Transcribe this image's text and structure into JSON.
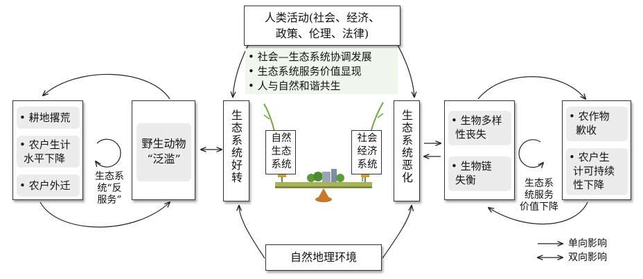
{
  "top_box": {
    "line1": "人类活动(社会、经济、",
    "line2": "政策、伦理、法律)"
  },
  "goals": {
    "items": [
      "• 社会—生态系统协调发展",
      "• 生态系统服务价值显现",
      "• 人与自然和谐共生"
    ]
  },
  "left_box": {
    "items": [
      [
        "• 耕地撂荒"
      ],
      [
        "• 农户生计",
        "水平下降"
      ],
      [
        "• 农户外迁"
      ]
    ]
  },
  "left_cycle": {
    "lines": [
      "生态系",
      "统“反",
      "服务”"
    ]
  },
  "wildlife_box": {
    "line1": "野生动物",
    "line2": "“泛滥”"
  },
  "improve_box": {
    "text": "生态系统好转"
  },
  "natural_system": {
    "text": "自然生态系统"
  },
  "socio_system": {
    "text": "社会经济系统"
  },
  "degrade_box": {
    "text": "生态系统恶化"
  },
  "mid_right_box": {
    "items": [
      [
        "• 生物多样",
        "性丧失"
      ],
      [
        "• 生物链",
        "失衡"
      ]
    ]
  },
  "right_box": {
    "items": [
      [
        "• 农作物",
        "歉收"
      ],
      [
        "• 农户生",
        "计可持续",
        "性下降"
      ]
    ]
  },
  "right_cycle": {
    "lines": [
      "生态系",
      "统服务",
      "价值下降"
    ]
  },
  "bottom_box": {
    "text": "自然地理环境"
  },
  "legend": {
    "single": "单向影响",
    "double": "双向影响"
  },
  "colors": {
    "box_gray": "#ececec",
    "goal_bg": "#f2f6ec",
    "vine": "#6fa83a",
    "beam": "#a7b455",
    "fulcrum": "#c8772e"
  }
}
